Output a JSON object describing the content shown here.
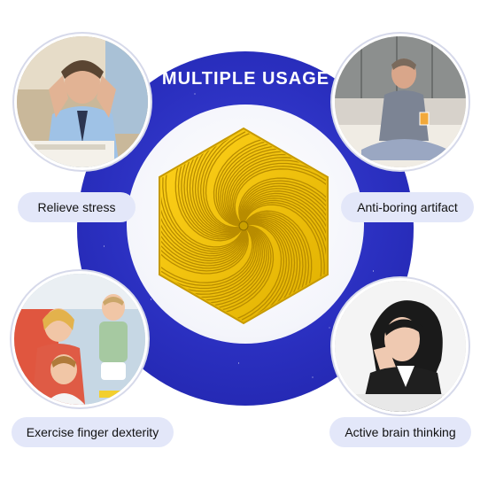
{
  "title": "MULTIPLE USAGE",
  "product": {
    "name": "yellow-spiral-hexagon-fidget",
    "color": "#f2c200"
  },
  "usages": [
    {
      "label": "Relieve stress",
      "image": "stressed-man-at-desk-photo"
    },
    {
      "label": "Anti-boring artifact",
      "image": "bored-man-sitting-on-bed-photo"
    },
    {
      "label": "Exercise finger dexterity",
      "image": "children-playing-photo"
    },
    {
      "label": "Active brain thinking",
      "image": "thoughtful-woman-photo"
    }
  ],
  "colors": {
    "ring": "#2a2fbf",
    "label_bg": "#e3e7f9",
    "text": "#111111"
  }
}
